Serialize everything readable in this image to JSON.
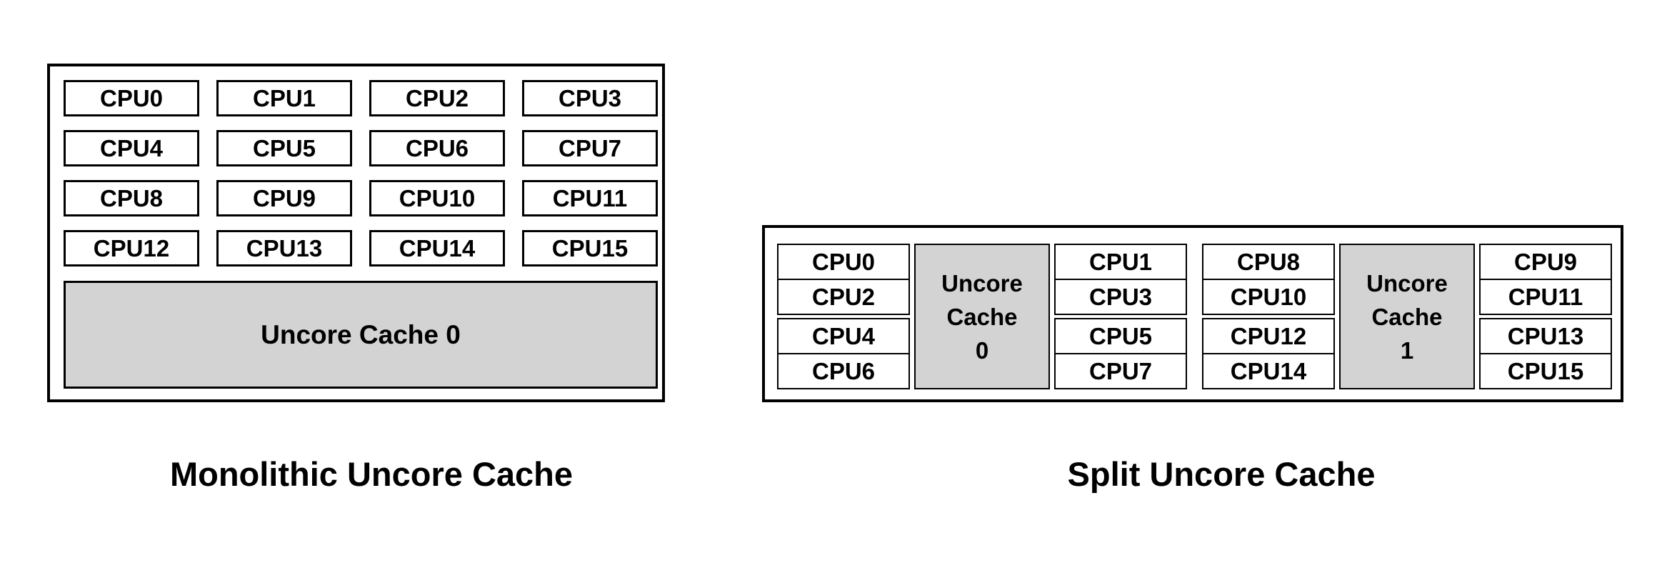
{
  "colors": {
    "background": "#ffffff",
    "border": "#000000",
    "text": "#000000",
    "cpu_fill": "#ffffff",
    "cache_fill": "#d3d3d3"
  },
  "monolithic": {
    "label": "Monolithic Uncore Cache",
    "cache_label": "Uncore Cache 0",
    "cpus": [
      "CPU0",
      "CPU1",
      "CPU2",
      "CPU3",
      "CPU4",
      "CPU5",
      "CPU6",
      "CPU7",
      "CPU8",
      "CPU9",
      "CPU10",
      "CPU11",
      "CPU12",
      "CPU13",
      "CPU14",
      "CPU15"
    ]
  },
  "split": {
    "label": "Split Uncore Cache",
    "groups": [
      {
        "cache_label": "Uncore\nCache\n0",
        "left_cpus": [
          "CPU0",
          "CPU2",
          "CPU4",
          "CPU6"
        ],
        "right_cpus": [
          "CPU1",
          "CPU3",
          "CPU5",
          "CPU7"
        ]
      },
      {
        "cache_label": "Uncore\nCache\n1",
        "left_cpus": [
          "CPU8",
          "CPU10",
          "CPU12",
          "CPU14"
        ],
        "right_cpus": [
          "CPU9",
          "CPU11",
          "CPU13",
          "CPU15"
        ]
      }
    ]
  }
}
